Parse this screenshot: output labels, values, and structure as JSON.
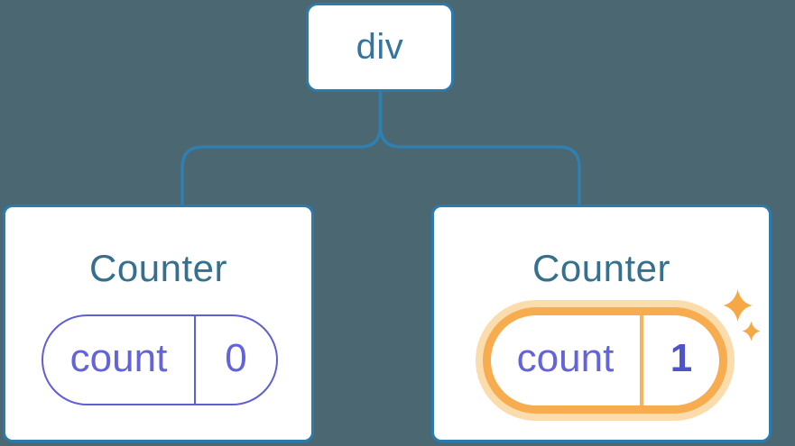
{
  "diagram": {
    "description": "React component tree showing a div root with two Counter children holding isolated state",
    "root": {
      "label": "div"
    },
    "children": [
      {
        "title": "Counter",
        "state": {
          "key": "count",
          "value": "0"
        },
        "highlighted": false
      },
      {
        "title": "Counter",
        "state": {
          "key": "count",
          "value": "1"
        },
        "highlighted": true
      }
    ],
    "colors": {
      "background": "#4B6771",
      "card_fill": "#FFFFFF",
      "card_border": "#2B7BAD",
      "connector": "#2F7FAF",
      "root_label_text": "#33759F",
      "title_text": "#35708E",
      "state_text": "#6363DA",
      "state_pill_border": "#5F5FD3",
      "highlight_value_text": "#4E53C8",
      "highlight_ring": "#F6AC4F",
      "highlight_halo": "#FBDCAC",
      "highlight_divider": "#F7B45F",
      "sparkle": "#F5A843"
    }
  }
}
